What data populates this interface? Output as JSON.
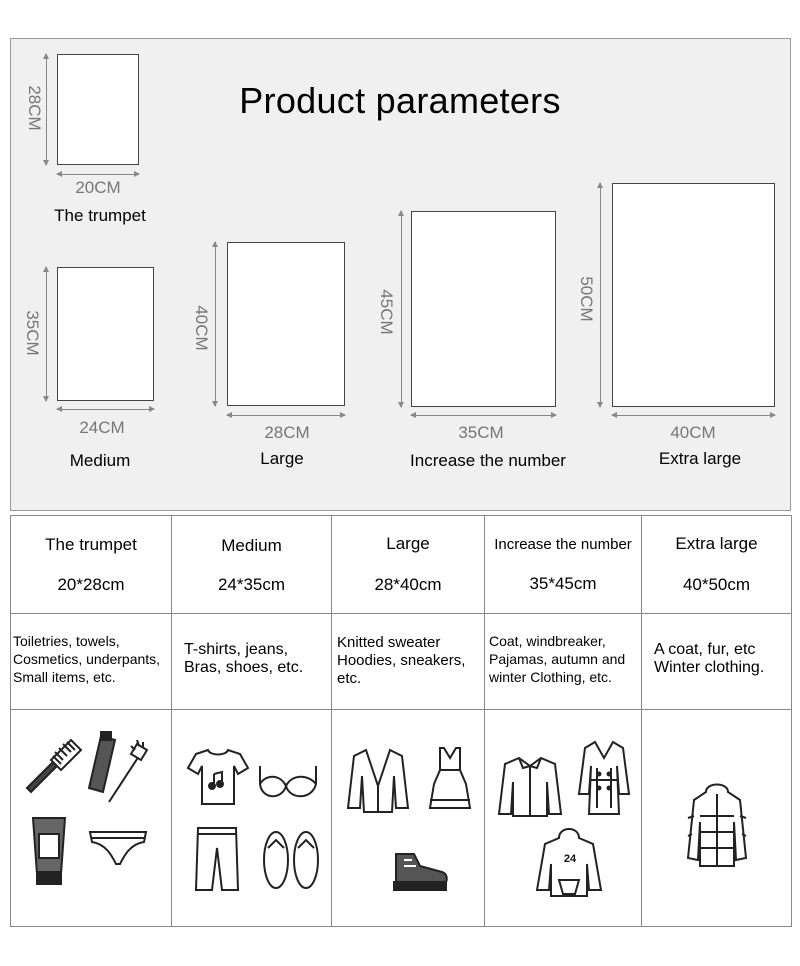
{
  "title": "Product parameters",
  "sizes": [
    {
      "name": "The trumpet",
      "width": "20CM",
      "height": "28CM",
      "table_name": "The trumpet",
      "dims": "20*28cm",
      "uses": "Toiletries, towels,\nCosmetics, underpants,\nSmall items, etc."
    },
    {
      "name": "Medium",
      "width": "24CM",
      "height": "35CM",
      "table_name": "Medium",
      "dims": "24*35cm",
      "uses": "T-shirts, jeans,\nBras, shoes, etc."
    },
    {
      "name": "Large",
      "width": "28CM",
      "height": "40CM",
      "table_name": "Large",
      "dims": "28*40cm",
      "uses": "Knitted sweater\nHoodies, sneakers,\netc."
    },
    {
      "name": "Increase the number",
      "width": "35CM",
      "height": "45CM",
      "table_name": "Increase the number",
      "dims": "35*45cm",
      "uses": "Coat, windbreaker,\nPajamas, autumn and\nwinter Clothing, etc."
    },
    {
      "name": "Extra large",
      "width": "40CM",
      "height": "50CM",
      "table_name": "Extra large",
      "dims": "40*50cm",
      "uses": "A coat, fur, etc\nWinter clothing."
    }
  ],
  "icons": {
    "trumpet": [
      "comb-icon",
      "toothpaste-icon",
      "toothbrush-icon",
      "lotion-tube-icon",
      "underpants-icon"
    ],
    "medium": [
      "tshirt-icon",
      "bra-icon",
      "jeans-icon",
      "sandals-icon"
    ],
    "large": [
      "cardigan-icon",
      "dress-icon",
      "sneaker-icon"
    ],
    "increase": [
      "shirt-icon",
      "trench-coat-icon",
      "hoodie-icon"
    ],
    "extra": [
      "down-jacket-icon"
    ]
  },
  "hoodie_number": "24"
}
